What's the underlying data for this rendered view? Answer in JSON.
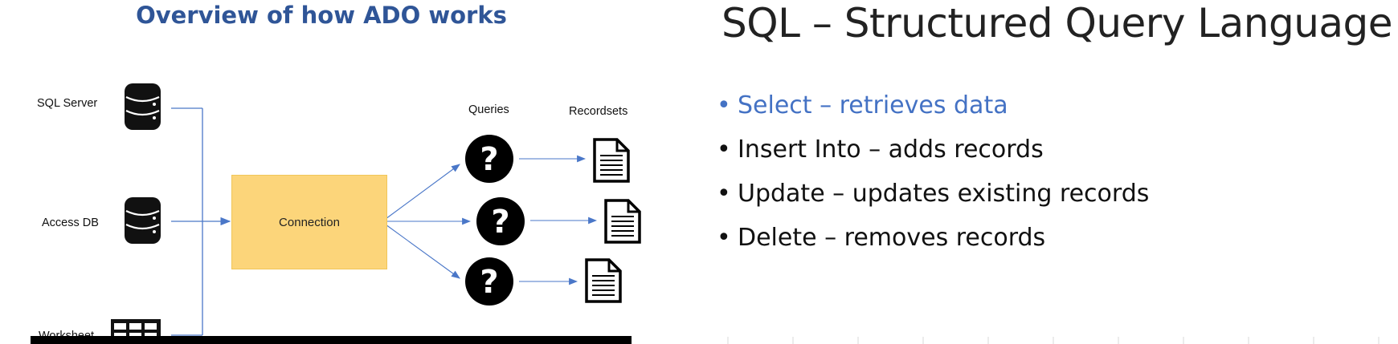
{
  "left_slide": {
    "title": "Overview of how ADO works",
    "sources": [
      {
        "label": "SQL Server",
        "icon": "database-icon"
      },
      {
        "label": "Access DB",
        "icon": "database-icon"
      },
      {
        "label": "Worksheet",
        "icon": "table-grid-icon"
      }
    ],
    "connection_label": "Connection",
    "queries_header": "Queries",
    "recordsets_header": "Recordsets",
    "query_icon": "question-circle-icon",
    "recordset_icon": "document-icon",
    "colors": {
      "title": "#2f5597",
      "connection_fill": "#fcd57a",
      "arrow": "#4a77c8"
    }
  },
  "right_slide": {
    "title": "SQL – Structured Query Language",
    "bullets": [
      {
        "text": "Select – retrieves data",
        "highlighted": true
      },
      {
        "text": "Insert Into – adds records",
        "highlighted": false
      },
      {
        "text": "Update – updates existing records",
        "highlighted": false
      },
      {
        "text": "Delete – removes records",
        "highlighted": false
      }
    ],
    "bullet_symbol": "•",
    "colors": {
      "highlight": "#4472c4",
      "text": "#111111"
    }
  }
}
